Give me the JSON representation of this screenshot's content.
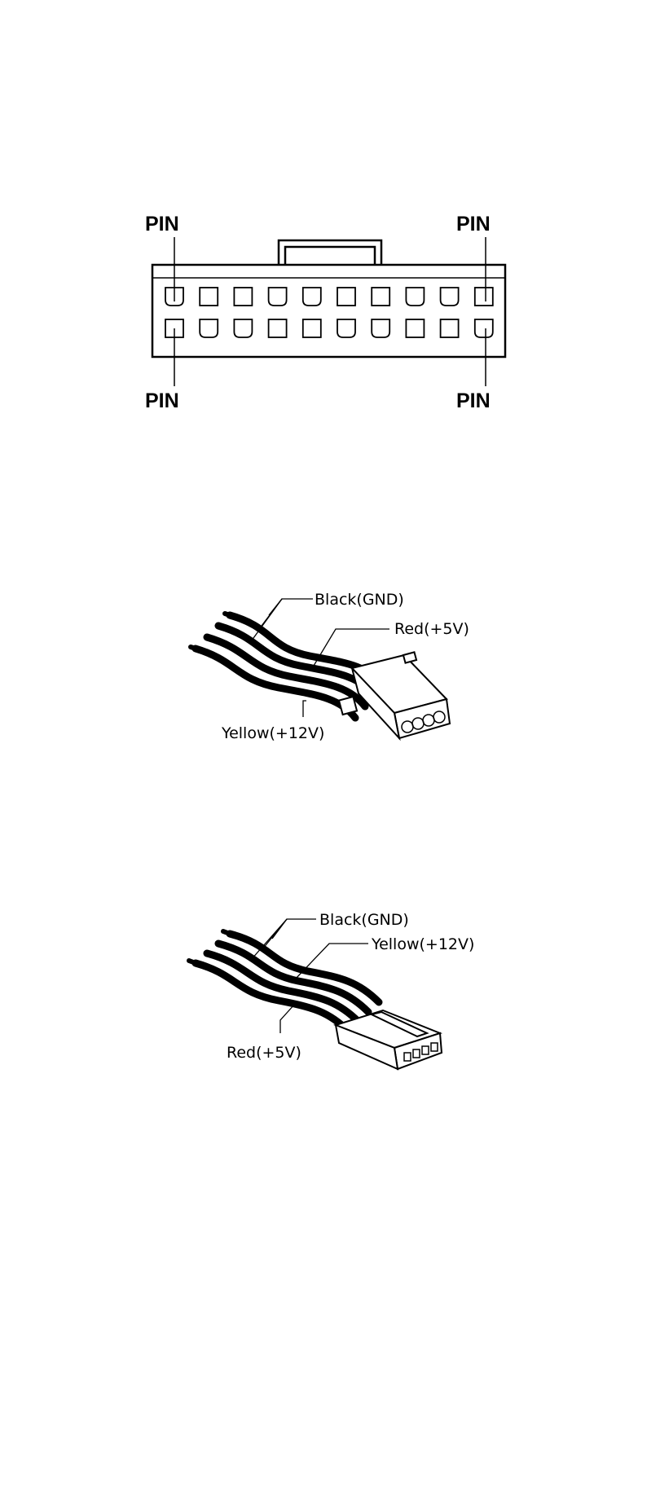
{
  "atx_connector": {
    "pin_labels": {
      "top_left": "PIN",
      "top_right": "PIN",
      "bottom_left": "PIN",
      "bottom_right": "PIN"
    },
    "pins_per_row": 10,
    "top_row_shapes": [
      "rounded",
      "square",
      "square",
      "rounded",
      "rounded",
      "square",
      "square",
      "rounded",
      "rounded",
      "square"
    ],
    "bottom_row_shapes": [
      "square",
      "rounded",
      "rounded",
      "square",
      "square",
      "rounded",
      "rounded",
      "square",
      "square",
      "rounded"
    ]
  },
  "molex_connector": {
    "labels": {
      "black": "Black(GND)",
      "red": "Red(+5V)",
      "yellow": "Yellow(+12V)"
    }
  },
  "floppy_connector": {
    "labels": {
      "black": "Black(GND)",
      "yellow": "Yellow(+12V)",
      "red": "Red(+5V)"
    }
  }
}
